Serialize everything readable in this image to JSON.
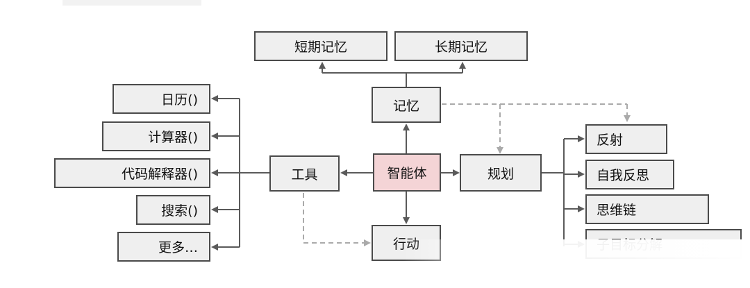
{
  "nodes": {
    "short_term_memory": "短期记忆",
    "long_term_memory": "长期记忆",
    "memory": "记忆",
    "calendar": "日历()",
    "calculator": "计算器()",
    "code_interpreter": "代码解释器()",
    "search": "搜索()",
    "more": "更多…",
    "tools": "工具",
    "agent": "智能体",
    "planning": "规划",
    "action": "行动",
    "reflection": "反射",
    "self_critics": "自我反思",
    "chain_of_thoughts": "思维链",
    "subgoal_decomposition": "子目标分解"
  },
  "colors": {
    "node_fill": "#efefef",
    "agent_fill": "#f4d4d6",
    "border": "#4a4a4a",
    "solid_arrow": "#5a5a5a",
    "dashed_arrow": "#aaaaaa"
  }
}
